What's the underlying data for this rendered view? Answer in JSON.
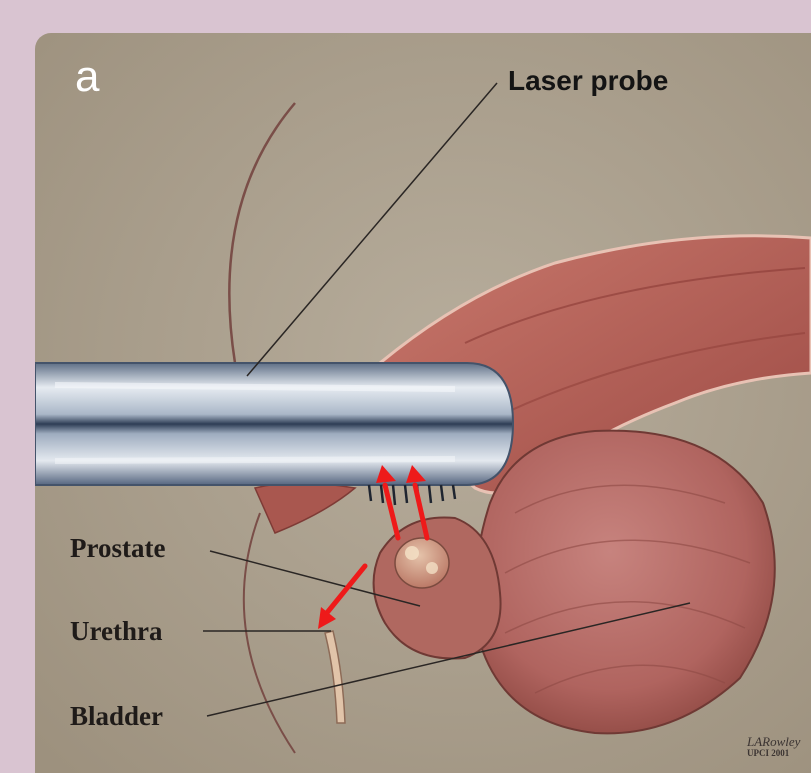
{
  "panel_label": "a",
  "labels": {
    "laser_probe": "Laser probe",
    "prostate": "Prostate",
    "urethra": "Urethra",
    "bladder": "Bladder"
  },
  "signature": {
    "line1": "LARowley",
    "line2": "UPCI 2001"
  },
  "colors": {
    "page_background": "#d9c4d1",
    "illustration_background": "#a89c8a",
    "tissue": "#b5584f",
    "probe": "#c8d0dc",
    "arrow": "#ee1a1a",
    "panel_letter": "#ffffff"
  }
}
